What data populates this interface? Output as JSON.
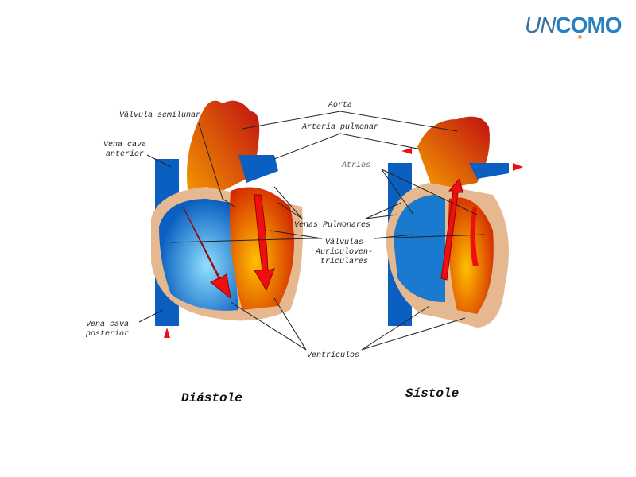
{
  "logo": {
    "part1": "UN",
    "part2": "COMO"
  },
  "labels": {
    "aorta": "Aorta",
    "arteria_pulmonar": "Arteria pulmonar",
    "valvula_semilunar": "Válvula semilunar",
    "vena_cava_anterior": "Vena cava\nanterior",
    "atrios": "Atrios",
    "venas_pulmonares": "Venas Pulmonares",
    "valvulas_av": "Válvulas\nAuriculoven-\ntriculares",
    "vena_cava_posterior": "Vena cava\nposterior",
    "ventriculos": "Ventrículos"
  },
  "titles": {
    "diastole": "Diástole",
    "sistole": "Sístole"
  },
  "colors": {
    "blue": "#0a5fc0",
    "red": "#d01010",
    "orange": "#f08010",
    "tan": "#e6b890",
    "arrow": "#ee1010"
  }
}
